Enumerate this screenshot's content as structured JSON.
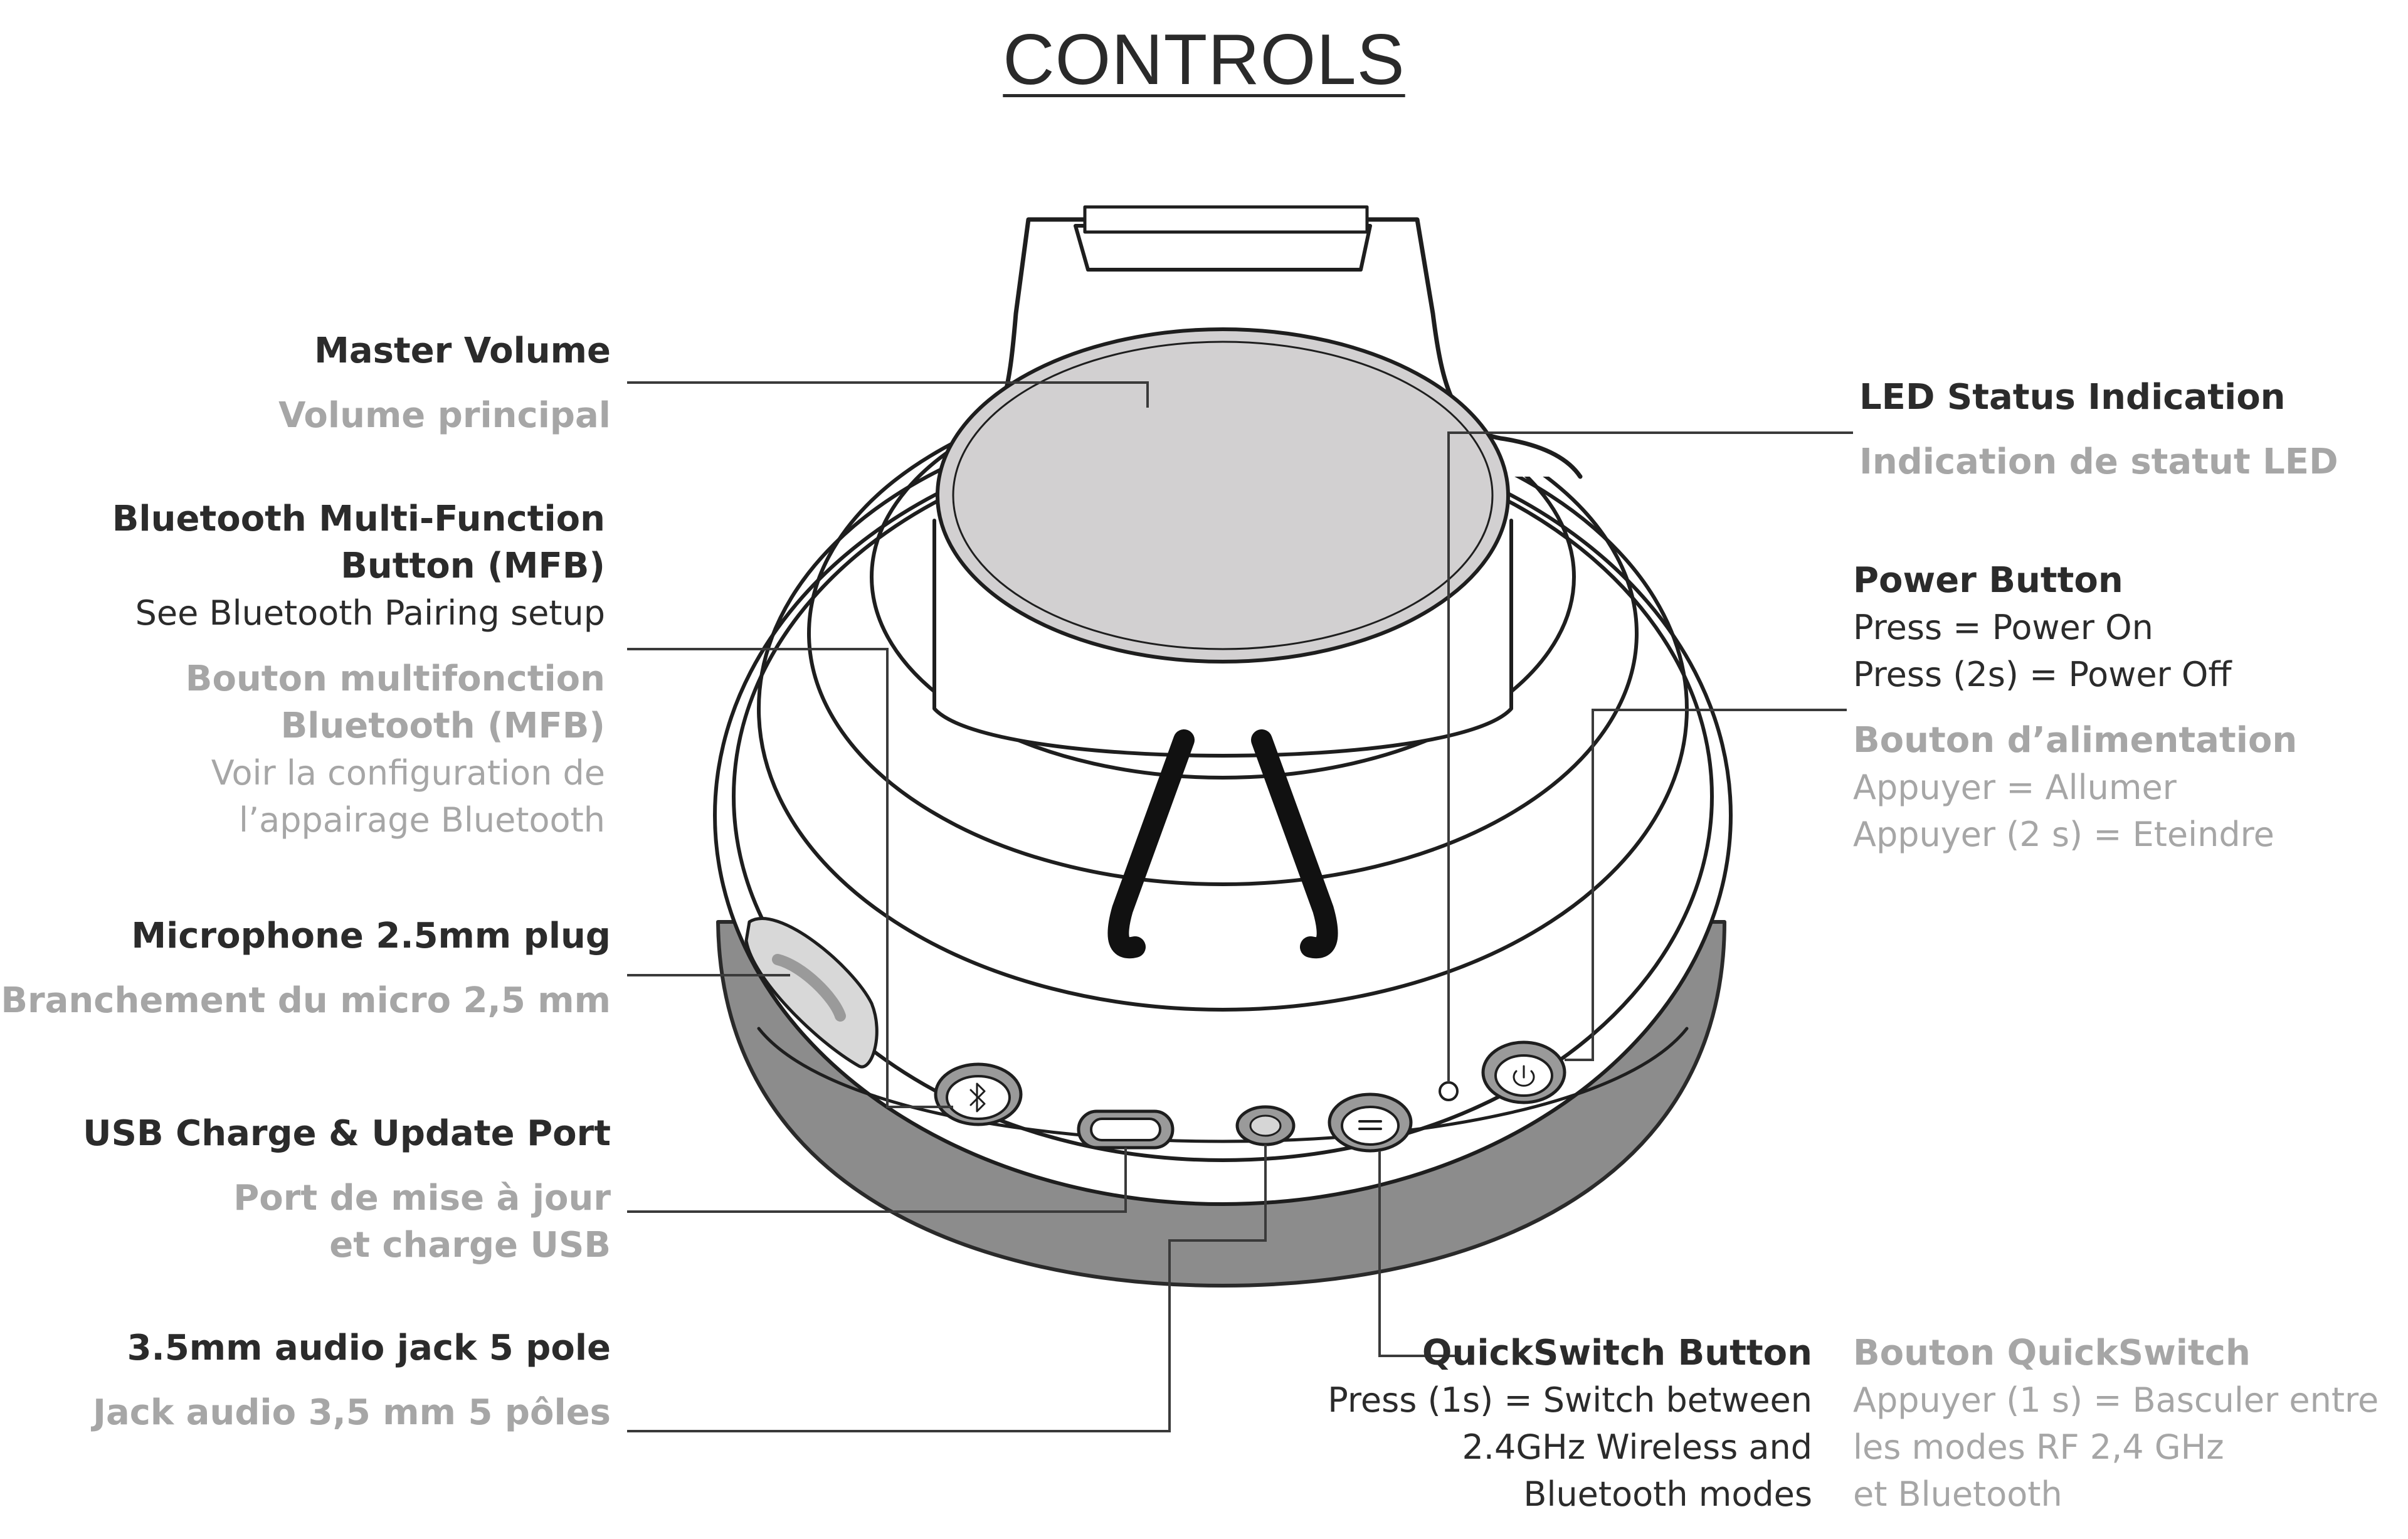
{
  "title": "CONTROLS",
  "colors": {
    "ink": "#2b2b2b",
    "muted": "#a6a6a6",
    "cap": "#d0cecf",
    "base": "#8a8a8a"
  },
  "labels": {
    "master_volume": {
      "en": "Master Volume",
      "fr": "Volume principal"
    },
    "mfb": {
      "en_1": "Bluetooth Multi-Function",
      "en_2": "Button (MFB)",
      "en_3": "See Bluetooth Pairing setup",
      "fr_1": "Bouton multifonction",
      "fr_2": "Bluetooth (MFB)",
      "fr_3": "Voir la configuration de",
      "fr_4": "l’appairage Bluetooth"
    },
    "mic": {
      "en": "Microphone 2.5mm plug",
      "fr": "Branchement du micro 2,5 mm"
    },
    "usb": {
      "en": "USB Charge & Update Port",
      "fr_1": "Port de mise à jour",
      "fr_2": "et charge USB"
    },
    "jack": {
      "en": "3.5mm audio jack 5 pole",
      "fr": "Jack audio 3,5 mm 5 pôles"
    },
    "led": {
      "en": "LED Status Indication",
      "fr": "Indication de statut LED"
    },
    "power": {
      "en_1": "Power Button",
      "en_2": "Press = Power On",
      "en_3": "Press (2s) = Power Off",
      "fr_1": "Bouton d’alimentation",
      "fr_2": "Appuyer = Allumer",
      "fr_3": "Appuyer (2 s) = Eteindre"
    },
    "quickswitch": {
      "en_1": "QuickSwitch Button",
      "en_2": "Press (1s) = Switch between",
      "en_3": "2.4GHz Wireless and",
      "en_4": "Bluetooth modes",
      "fr_1": "Bouton QuickSwitch",
      "fr_2": "Appuyer (1 s) = Basculer entre",
      "fr_3": "les modes RF 2,4 GHz",
      "fr_4": "et Bluetooth"
    }
  },
  "icons": [
    "bluetooth-icon",
    "power-icon",
    "quickswitch-icon"
  ]
}
